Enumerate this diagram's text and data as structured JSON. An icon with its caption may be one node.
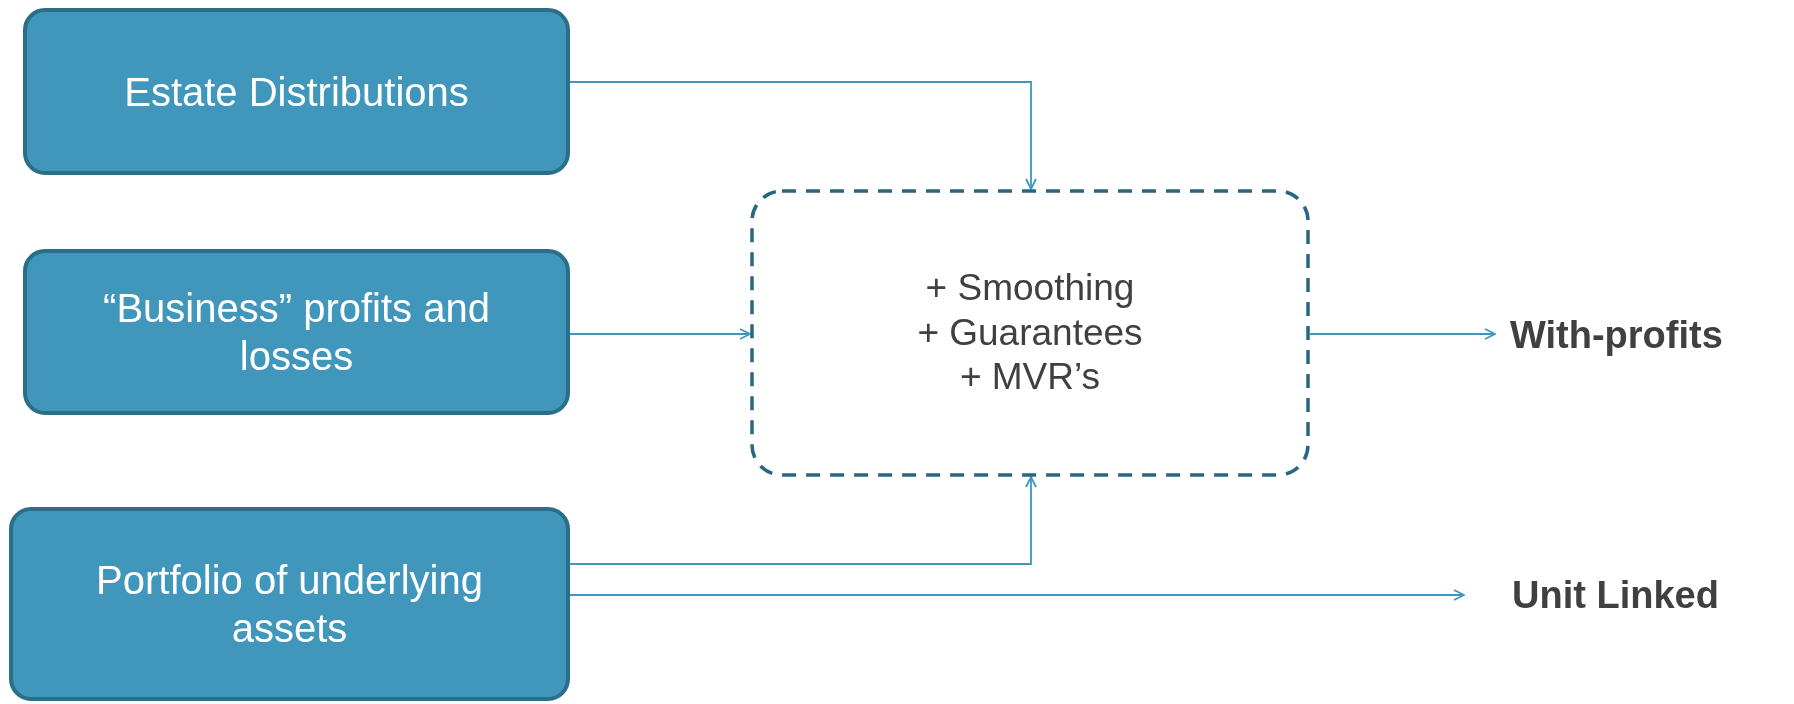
{
  "diagram": {
    "nodes": [
      {
        "text": [
          "Estate Distributions"
        ]
      },
      {
        "text": [
          "“Business” profits and losses"
        ]
      },
      {
        "text": [
          "Portfolio of underlying assets"
        ]
      },
      {
        "text": [
          "+ Smoothing",
          "+ Guarantees",
          "+ MVR’s"
        ]
      },
      {
        "text": [
          "With-profits"
        ]
      },
      {
        "text": [
          "Unit Linked"
        ]
      }
    ],
    "edges": [
      {
        "from": 0,
        "to": 3,
        "arrow": "to"
      },
      {
        "from": 1,
        "to": 3,
        "arrow": "to"
      },
      {
        "from": 2,
        "to": 3,
        "arrow": "to"
      },
      {
        "from": 3,
        "to": 4,
        "arrow": "to"
      },
      {
        "from": 2,
        "to": 5,
        "arrow": "to"
      }
    ]
  }
}
